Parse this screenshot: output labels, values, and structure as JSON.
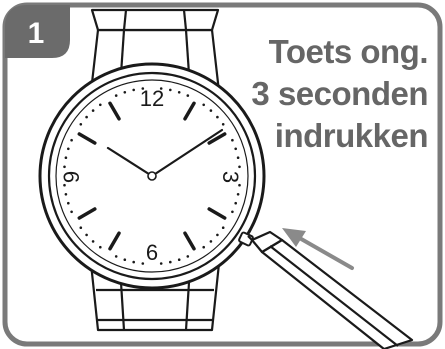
{
  "step": {
    "number": "1",
    "badge_color": "#6b6b6b"
  },
  "instruction": {
    "lines": [
      "Toets ong.",
      "3 seconden",
      "indrukken"
    ],
    "color": "#666666"
  },
  "watch": {
    "dial_numbers": {
      "twelve": "12",
      "three": "3",
      "six": "6",
      "nine": "9"
    },
    "icon_parts": [
      "watch-case",
      "watch-bracelet",
      "hour-hand",
      "minute-hand",
      "crown-button"
    ]
  },
  "tool": {
    "name": "pen-tool-icon",
    "arrow": "press-direction-arrow-icon"
  },
  "colors": {
    "frame": "#7a7a7a",
    "ink": "#1a1a1a",
    "arrow": "#8a8a8a"
  }
}
